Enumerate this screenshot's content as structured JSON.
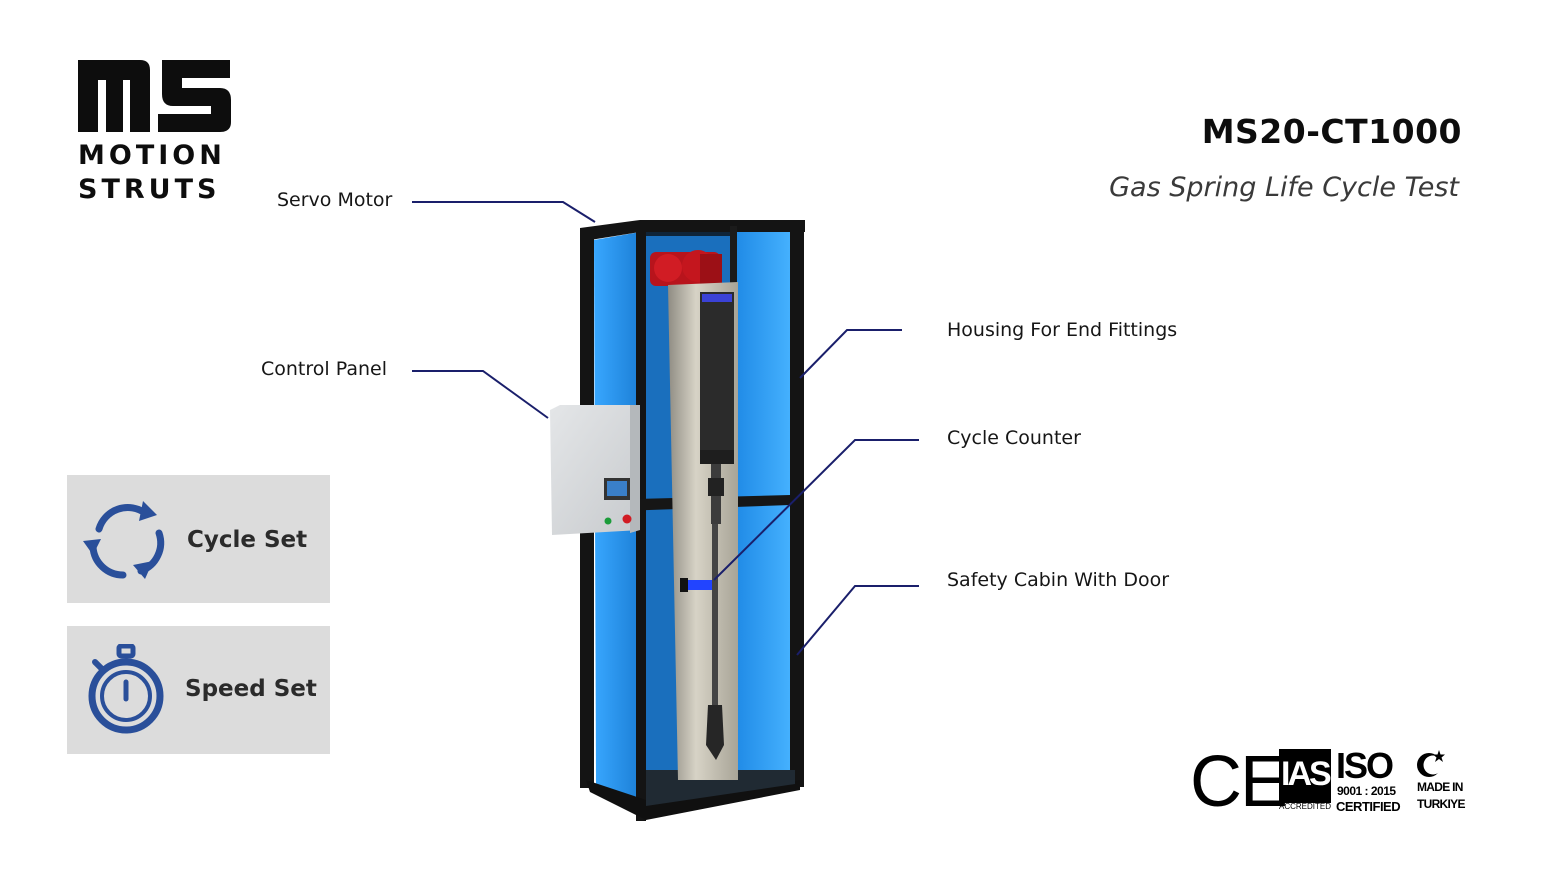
{
  "brand": {
    "logo_letters": "MS",
    "line1": "MOTION",
    "line2": "STRUTS"
  },
  "header": {
    "title": "MS20-CT1000",
    "subtitle": "Gas Spring Life Cycle Test"
  },
  "callouts": {
    "servo_motor": "Servo Motor",
    "control_panel": "Control Panel",
    "housing": "Housing For End Fittings",
    "cycle_counter": "Cycle Counter",
    "safety_cabin": "Safety Cabin With Door"
  },
  "features": [
    {
      "label": "Cycle Set",
      "icon": "cycle-arrows-icon"
    },
    {
      "label": "Speed Set",
      "icon": "stopwatch-icon"
    }
  ],
  "certifications": {
    "ce": "CE",
    "ias": "IAS",
    "ias_sub": "ACCREDITED",
    "iso": "ISO",
    "iso_std": "9001 : 2015",
    "iso_sub": "CERTIFIED",
    "made_in_line1": "MADE IN",
    "made_in_line2": "TURKIYE"
  },
  "colors": {
    "callout_line": "#1a1f6b",
    "icon_blue": "#2a4f9a",
    "cabin_glass": "#1e8fe8",
    "card_bg": "#dcdcdc"
  }
}
